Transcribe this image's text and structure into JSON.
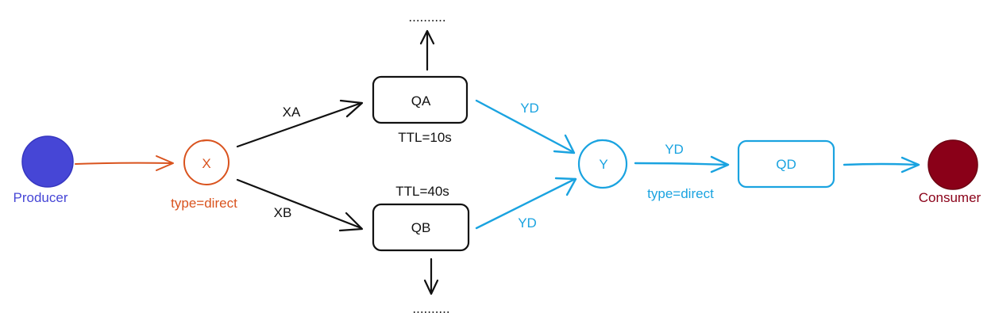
{
  "colors": {
    "producer": "#4646d6",
    "exchange_x": "#d9531e",
    "blue": "#1aa3e0",
    "consumer": "#8a0018",
    "black": "#111111"
  },
  "nodes": {
    "producer": {
      "label": "Producer"
    },
    "exchange_x": {
      "label": "X",
      "type_label": "type=direct"
    },
    "queue_qa": {
      "label": "QA",
      "ttl_label": "TTL=10s"
    },
    "queue_qb": {
      "label": "QB",
      "ttl_label": "TTL=40s"
    },
    "exchange_y": {
      "label": "Y",
      "type_label": "type=direct"
    },
    "queue_qd": {
      "label": "QD"
    },
    "consumer": {
      "label": "Consumer"
    }
  },
  "edges": {
    "x_to_qa": {
      "label": "XA"
    },
    "x_to_qb": {
      "label": "XB"
    },
    "qa_to_y": {
      "label": "YD"
    },
    "qb_to_y": {
      "label": "YD"
    },
    "y_to_qd": {
      "label": "YD"
    },
    "qa_up": {
      "label": ".........."
    },
    "qb_down": {
      "label": ".........."
    }
  }
}
